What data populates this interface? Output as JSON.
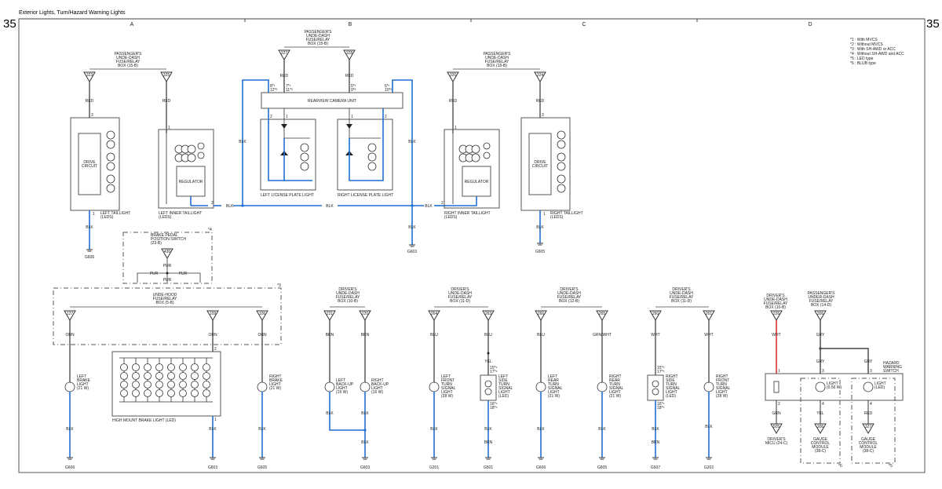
{
  "header": {
    "title": "Exterior Lights, Turn/Hazard Warning Lights",
    "page_left": "35",
    "page_right": "35"
  },
  "zones": [
    "A",
    "B",
    "C",
    "D"
  ],
  "notes": [
    "*1 : With MVCS",
    "*2 : Without MVCS",
    "*3 : With SH-AWD or ACC",
    "*4 : Without SH-AWD and ACC",
    "*5 : LED type",
    "*6 : BLUB type"
  ],
  "upper": {
    "fuse_box_left": [
      "PASSENGER'S",
      "UNDE-DASH",
      "FUSE/RELAY",
      "BOX (15-B)"
    ],
    "fuse_box_center": [
      "PASSENGER'S",
      "UNDE-DASH",
      "FUSE/RELAY",
      "BOX (15-B)"
    ],
    "fuse_box_right": [
      "PASSENGER'S",
      "UNDE-DASH",
      "FUSE/RELAY",
      "BOX (15-B)"
    ],
    "pins": {
      "p323": "323",
      "p325": "325",
      "p327": "327",
      "p328": "328",
      "p326": "326",
      "p324": "324"
    },
    "wire_red": "RED",
    "wire_blk": "BLK",
    "drive_circuit": [
      "DRIVE",
      "CIRCUIT"
    ],
    "regulator": "REGULATOR",
    "rearview_camera": "REARVIEW CAMERA UNIT",
    "left_taillight": [
      "LEFT TAILLIGHT",
      "(LEDS)"
    ],
    "left_inner_taillight": [
      "LEFT INNER TAILLIGHT",
      "(LEDS)"
    ],
    "left_license": "LEFT LICENSE PLATE LIGHT",
    "right_license": "RIGHT LICENSE PLATE LIGHT",
    "right_inner_taillight": [
      "RIGHT INNER TAILLIGHT",
      "(LEDS)"
    ],
    "right_taillight": [
      "RIGHT TAILLIGHT",
      "(LEDS)"
    ],
    "grounds": {
      "g1": "G606",
      "g2": "G603",
      "g3": "G605"
    },
    "pin_marks": {
      "p3": "3",
      "p1": "1",
      "p2": "2",
      "c8": "8*¹",
      "c12": "12*²",
      "c7": "7*¹",
      "c11": "11*²",
      "c5": "5*¹",
      "c9": "9*²",
      "c6": "6*¹",
      "c10": "10*²"
    },
    "brake_switch": [
      "BRAKE PEDAL",
      "POSITION SWITCH",
      "(23-B)"
    ],
    "brake_pin": "430",
    "wire_pur": "PUR",
    "note4": "*4"
  },
  "lower": {
    "underhood": [
      "UNDE-HOOD",
      "FUSE/RELAY",
      "BOX (5-B)"
    ],
    "note3": "*3",
    "pins": {
      "p127": "127",
      "p109": "109",
      "p106": "106",
      "p221": "221",
      "p220": "220",
      "p264": "264",
      "p263": "263",
      "p266": "266",
      "p265": "265",
      "p260": "260",
      "p261": "261",
      "p226": "226",
      "p306": "306"
    },
    "wire_orn": "ORN",
    "wire_brn": "BRN",
    "wire_blu": "BLU",
    "wire_yel": "YEL",
    "wire_wht": "WHT",
    "wire_grnwht": "GRN/WHT",
    "wire_gry": "GRY",
    "wire_grn": "GRN",
    "wire_blk": "BLK",
    "wire_red": "RED",
    "left_brake": [
      "LEFT",
      "BRAKE",
      "LIGHT",
      "(21 W)"
    ],
    "high_mount": "HIGH MOUNT BRAKE LIGHT (LED)",
    "right_brake": [
      "RIGHT",
      "BRAKE",
      "LIGHT",
      "(21 W)"
    ],
    "drv_box_10b": [
      "DRIVER'S",
      "UNDE-DASH",
      "FUSE/RELAY",
      "BOX (10-B)"
    ],
    "left_backup": [
      "LEFT",
      "BACK-UP",
      "LIGHT",
      "(16 W)"
    ],
    "right_backup": [
      "RIGHT",
      "BACK-UP",
      "LIGHT",
      "(16 W)"
    ],
    "drv_box_11d_a": [
      "DRIVER'S",
      "UNDE-DASH",
      "FUSE/RELAY",
      "BOX (11-D)"
    ],
    "left_front_turn": [
      "LEFT",
      "FRONT",
      "TURN",
      "SIGNAL",
      "LIGHT",
      "(28 W)"
    ],
    "left_side_turn": [
      "LEFT",
      "SIDE",
      "TURN",
      "SIGNAL",
      "LIGHT",
      "(LED)"
    ],
    "drv_box_12b": [
      "DRIVER'S",
      "UNDE-DASH",
      "FUSE/RELAY",
      "BOX (12-B)"
    ],
    "left_rear_turn": [
      "LEFT",
      "REAR",
      "TURN",
      "SIGNAL",
      "LIGHT",
      "(21 W)"
    ],
    "right_rear_turn": [
      "RIGHT",
      "REAR",
      "TURN",
      "SIGNAL",
      "LIGHT",
      "(21 W)"
    ],
    "drv_box_11d_b": [
      "DRIVER'S",
      "UNDE-DASH",
      "FUSE/RELAY",
      "BOX (11-D)"
    ],
    "right_side_turn": [
      "RIGHT",
      "SIDE",
      "TURN",
      "SIGNAL",
      "LIGHT",
      "(LED)"
    ],
    "right_front_turn": [
      "RIGHT",
      "FRONT",
      "TURN",
      "SIGNAL",
      "LIGHT",
      "(28 W)"
    ],
    "drv_box_10b_d": [
      "DRIVER'S",
      "UNDE-DASH",
      "FUSE/RELAY",
      "BOX (10-B)"
    ],
    "pass_box_14d": [
      "PASSENGER'S",
      "UNDER-DASH",
      "FUSE/RELAY",
      "BOX (14-D)"
    ],
    "hazard_switch": [
      "HAZARD",
      "WARNING",
      "SWITCH"
    ],
    "light_056": [
      "LIGHT",
      "(0.56 W)"
    ],
    "light_led": [
      "LIGHT",
      "(LED)"
    ],
    "drivers_micu": [
      "DRIVER'S",
      "MICU (24-C)"
    ],
    "gauge1": [
      "GAUGE",
      "CONTROL",
      "MODULE",
      "(38-C)"
    ],
    "gauge2": [
      "GAUGE",
      "CONTROL",
      "MODULE",
      "(38-C)"
    ],
    "pin_505": "505",
    "pin_306b": "306",
    "pin_327b": "327",
    "note6": "*6",
    "note5": "*5",
    "side_pins": {
      "a": "15*⁵",
      "b": "17*⁶",
      "c": "16*⁵",
      "d": "18*⁶"
    },
    "grounds": [
      "G606",
      "G603",
      "G605",
      "G603",
      "G201",
      "G501",
      "G606",
      "G605",
      "G507",
      "G202"
    ],
    "wire_brn_g": "BRN"
  }
}
